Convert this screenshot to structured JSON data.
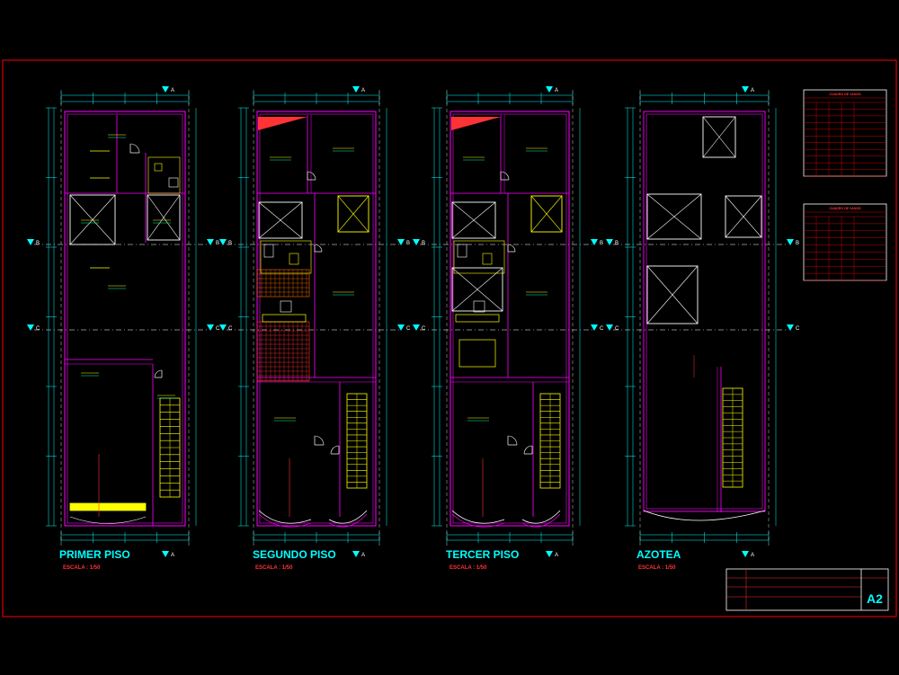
{
  "drawing": {
    "colors": {
      "background": "#000000",
      "walls": "#ff00ff",
      "axes": "#ffffff",
      "dims": "#00ffff",
      "furniture": "#ffff00",
      "doors": "#ffffff",
      "hatch": "#ff3333",
      "wood_floor": "#ff6a00",
      "frame": "#ff0000",
      "titles": "#00ffff",
      "subtitles": "#ff3333",
      "room_text": "#00ffaa"
    },
    "axis_letters": {
      "a": "A",
      "b": "B",
      "c": "C"
    },
    "plans": [
      {
        "title": "PRIMER PISO",
        "scale": "ESCALA : 1/50"
      },
      {
        "title": "SEGUNDO PISO",
        "scale": "ESCALA : 1/50"
      },
      {
        "title": "TERCER PISO",
        "scale": "ESCALA : 1/50"
      },
      {
        "title": "AZOTEA",
        "scale": "ESCALA : 1/50"
      }
    ],
    "legend_tables": [
      {
        "title": "CUADRO DE VANOS"
      },
      {
        "title": "CUADRO DE VANOS"
      }
    ],
    "title_block": {
      "sheet_code": "A2"
    }
  }
}
